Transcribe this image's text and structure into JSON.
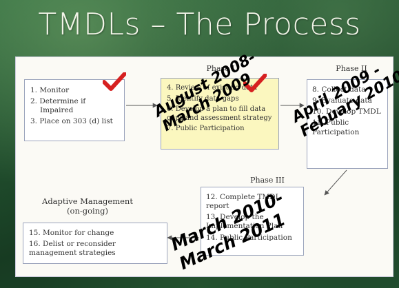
{
  "title": "TMDLs – The Process",
  "step1_box": {
    "items": [
      "1.  Monitor",
      "2.  Determine if Impaired",
      "3.  Place on 303 (d) list"
    ]
  },
  "phase1": {
    "label": "Phase I",
    "items": [
      "4. Review of existing data",
      "5. Identify data gaps",
      "6. Develop a plan to fill data gaps and assessment strategy",
      "7. Public Participation"
    ]
  },
  "phase2": {
    "label": "Phase II",
    "items": [
      "8. Collect data",
      "9. Evaluate data",
      "10. Develop TMDL",
      "11. Public Participation"
    ]
  },
  "phase3": {
    "label": "Phase III",
    "items": [
      "12. Complete TMDL report",
      "13. Develop the Implementation Plan",
      "14. Public Participation"
    ]
  },
  "adaptive": {
    "label": "Adaptive Management (on-going)",
    "items": [
      "15. Monitor for change",
      "16. Delist or reconsider management strategies"
    ]
  },
  "stamps": {
    "phase1_dates": "August 2008-\nMarch 2009",
    "phase2_dates": "April 2009 -\nFebuary 2010",
    "phase3_dates": "March 2010-\nMarch 2011"
  },
  "colors": {
    "check": "#d62020",
    "box_border": "#9aa3bb",
    "highlight": "#fbf7bf"
  }
}
